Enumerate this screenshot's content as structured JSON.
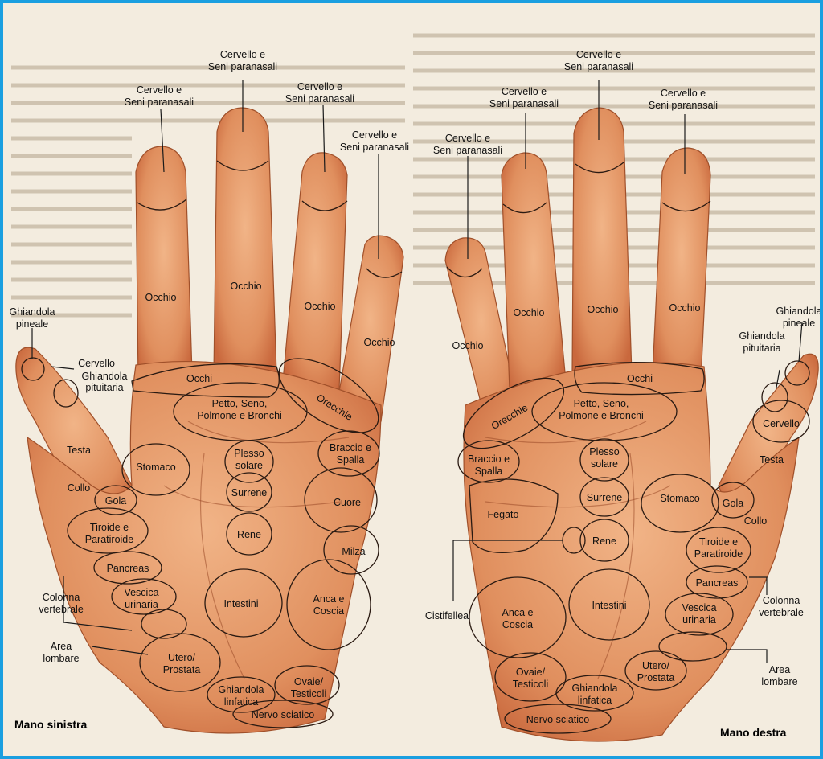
{
  "labels": {
    "brain_sinus": "Seni paranasali",
    "brain_sinus_first": "Cervello e",
    "eye": "Occhio",
    "eyes": "Occhi",
    "pineal_1": "Ghiandola",
    "pineal_2": "pineale",
    "brain": "Cervello",
    "pituitary_1": "Ghiandola",
    "pituitary_2": "pituitaria",
    "head": "Testa",
    "stomach": "Stomaco",
    "neck": "Collo",
    "throat": "Gola",
    "chest_1": "Petto, Seno,",
    "chest_2": "Polmone e Bronchi",
    "ears": "Orecchie",
    "arm_1": "Braccio e",
    "arm_2": "Spalla",
    "solar_1": "Plesso",
    "solar_2": "solare",
    "adrenal": "Surrene",
    "heart": "Cuore",
    "thyroid_1": "Tiroide e",
    "thyroid_2": "Paratiroide",
    "kidney": "Rene",
    "spleen": "Milza",
    "pancreas": "Pancreas",
    "spine_1": "Colonna",
    "spine_2": "vertebrale",
    "bladder_1": "Vescica",
    "bladder_2": "urinaria",
    "intestine": "Intestini",
    "hip_1": "Anca e",
    "hip_2": "Coscia",
    "lumbar_1": "Area",
    "lumbar_2": "lombare",
    "uterus_1": "Utero/",
    "uterus_2": "Prostata",
    "ovary_1": "Ovaie/",
    "ovary_2": "Testicoli",
    "lymph_1": "Ghiandola",
    "lymph_2": "linfatica",
    "sciatic": "Nervo sciatico",
    "liver": "Fegato",
    "gallbladder": "Cistifellea"
  },
  "captions": {
    "left_hand": "Mano sinistra",
    "right_hand": "Mano destra"
  },
  "colors": {
    "border": "#1a9fe0",
    "skin_light": "#f1b487",
    "skin_dark": "#c9683d"
  }
}
